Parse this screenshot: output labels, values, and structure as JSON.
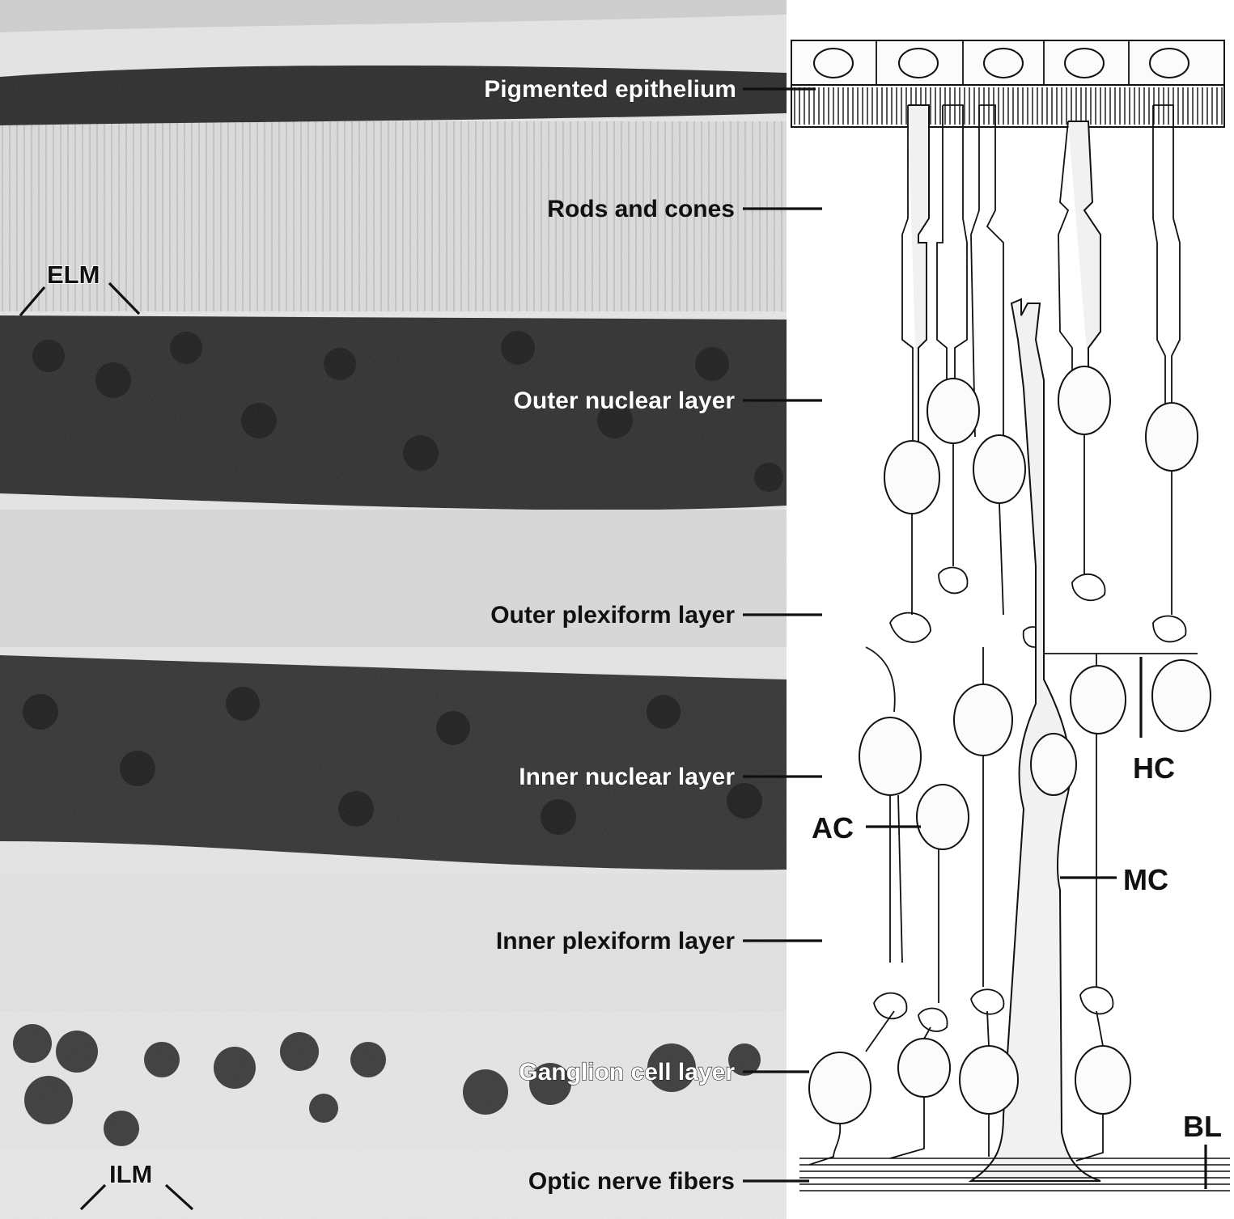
{
  "layers": [
    {
      "key": "pe",
      "label": "Pigmented epithelium",
      "style": "light"
    },
    {
      "key": "rc",
      "label": "Rods and cones",
      "style": "dark"
    },
    {
      "key": "onl",
      "label": "Outer nuclear layer",
      "style": "light"
    },
    {
      "key": "opl",
      "label": "Outer plexiform layer",
      "style": "dark"
    },
    {
      "key": "inl",
      "label": "Inner nuclear layer",
      "style": "light"
    },
    {
      "key": "ipl",
      "label": "Inner plexiform layer",
      "style": "dark"
    },
    {
      "key": "gcl",
      "label": "Ganglion cell layer",
      "style": "light"
    },
    {
      "key": "onf",
      "label": "Optic nerve fibers",
      "style": "dark"
    }
  ],
  "membranes": {
    "elm": "ELM",
    "ilm": "ILM"
  },
  "cell_labels": {
    "hc": "HC",
    "ac": "AC",
    "mc": "MC",
    "bl": "BL"
  }
}
